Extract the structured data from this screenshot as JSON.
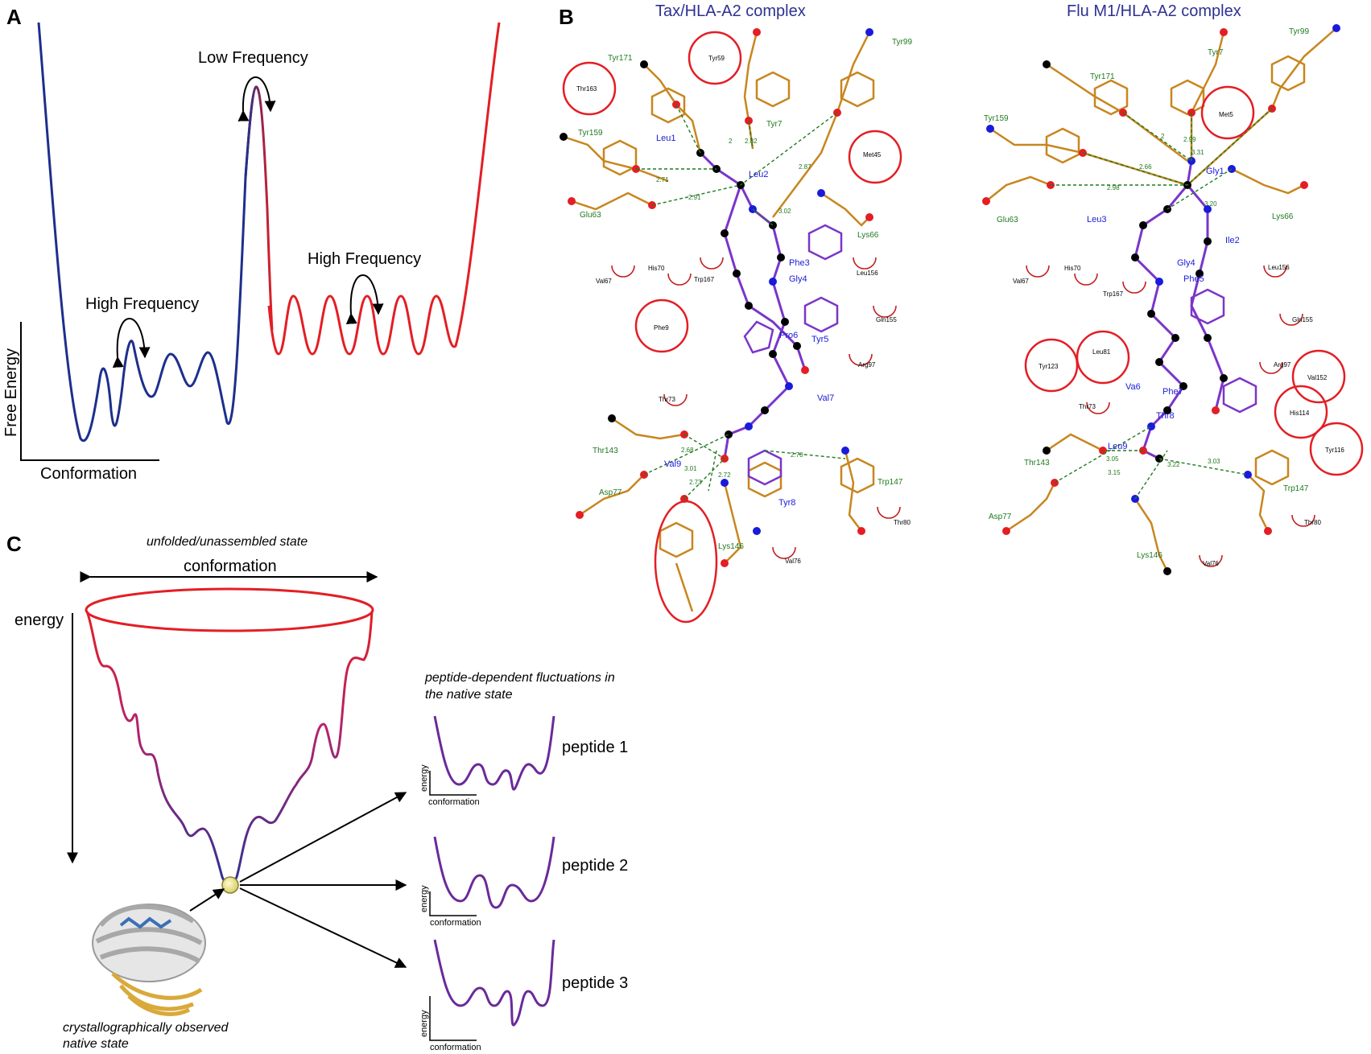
{
  "panels": {
    "a": "A",
    "b": "B",
    "c": "C"
  },
  "panel_a": {
    "low_frequency": "Low Frequency",
    "high_frequency_left": "High Frequency",
    "high_frequency_right": "High Frequency",
    "y_axis": "Free Energy",
    "x_axis": "Conformation",
    "colors": {
      "left": "#1d2f8c",
      "right": "#e31e24"
    }
  },
  "panel_b": {
    "tax": {
      "title": "Tax/HLA-A2 complex",
      "residues_green": [
        "Tyr171",
        "Tyr99",
        "Tyr159",
        "Tyr7",
        "Glu63",
        "Lys66",
        "Thr143",
        "Asp77",
        "Lys146",
        "Trp147"
      ],
      "residues_blue": [
        "Leu1",
        "Leu2",
        "Phe3",
        "Gly4",
        "Pro6",
        "Tyr5",
        "Val7",
        "Val9",
        "Tyr8"
      ],
      "contacts": [
        "Thr163",
        "Tyr59",
        "Met45",
        "His70",
        "Val67",
        "Trp167",
        "Leu156",
        "Phe9",
        "Gln155",
        "Arg97",
        "Thr73",
        "Thr80",
        "Val76"
      ],
      "distances": [
        "2",
        "2.82",
        "2.71",
        "2.87",
        "2.91",
        "3.02",
        "2.68",
        "3.01",
        "2.73",
        "2.72",
        "2.70"
      ]
    },
    "flu": {
      "title": "Flu M1/HLA-A2 complex",
      "residues_green": [
        "Tyr99",
        "Tyr7",
        "Tyr171",
        "Tyr159",
        "Glu63",
        "Lys66",
        "Thr143",
        "Asp77",
        "Lys146",
        "Trp147"
      ],
      "residues_blue": [
        "Gly1",
        "Leu3",
        "Ile2",
        "Gly4",
        "Phe5",
        "Va6",
        "Phe7",
        "Thr8",
        "Leu9"
      ],
      "contacts": [
        "Met5",
        "His70",
        "Val67",
        "Trp167",
        "Leu156",
        "Gln155",
        "Tyr123",
        "Leu81",
        "Arg97",
        "Val152",
        "His114",
        "Tyr116",
        "Thr73",
        "Thr80",
        "Val76"
      ],
      "distances": [
        "2",
        "2.99",
        "3.31",
        "2.66",
        "2.98",
        "3.20",
        "3.05",
        "3.15",
        "3.22",
        "3.03"
      ]
    }
  },
  "panel_c": {
    "unfolded": "unfolded/unassembled state",
    "conformation": "conformation",
    "energy": "energy",
    "fluct_line1": "peptide-dependent fluctuations in",
    "fluct_line2": "the native state",
    "native_line1": "crystallographically observed",
    "native_line2": "native state",
    "peptides": [
      "peptide 1",
      "peptide 2",
      "peptide 3"
    ],
    "mini_energy": "energy",
    "mini_conformation": "conformation"
  }
}
